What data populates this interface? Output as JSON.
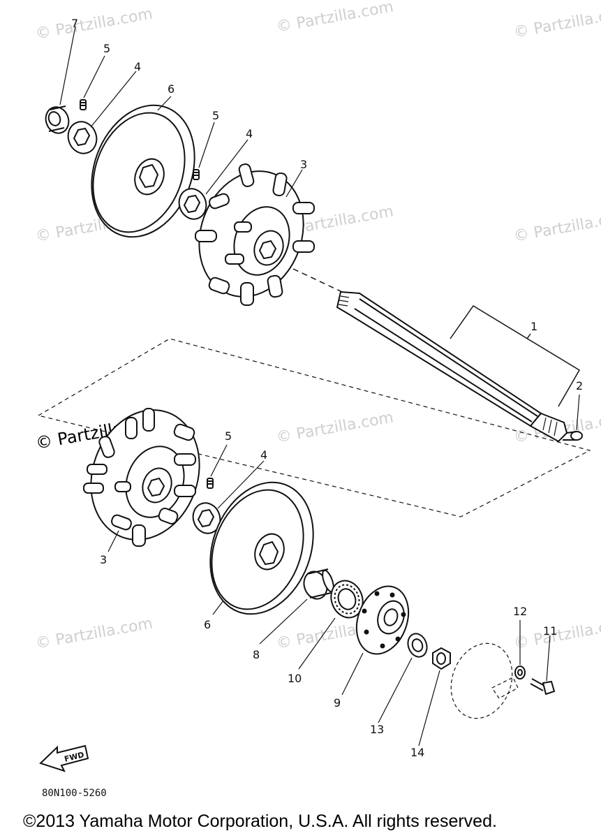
{
  "diagram": {
    "callouts": {
      "c1": "1",
      "c2": "2",
      "c3a": "3",
      "c3b": "3",
      "c4a": "4",
      "c4b": "4",
      "c4c": "4",
      "c5a": "5",
      "c5b": "5",
      "c5c": "5",
      "c6a": "6",
      "c6b": "6",
      "c7": "7",
      "c8": "8",
      "c9": "9",
      "c10": "10",
      "c11": "11",
      "c12": "12",
      "c13": "13",
      "c14": "14"
    },
    "watermark": "© Partzilla.com",
    "fwd_label": "FWD",
    "drawing_code": "80N100-5260"
  },
  "footer": {
    "copyright": "©2013 Yamaha Motor Corporation, U.S.A. All rights reserved."
  }
}
